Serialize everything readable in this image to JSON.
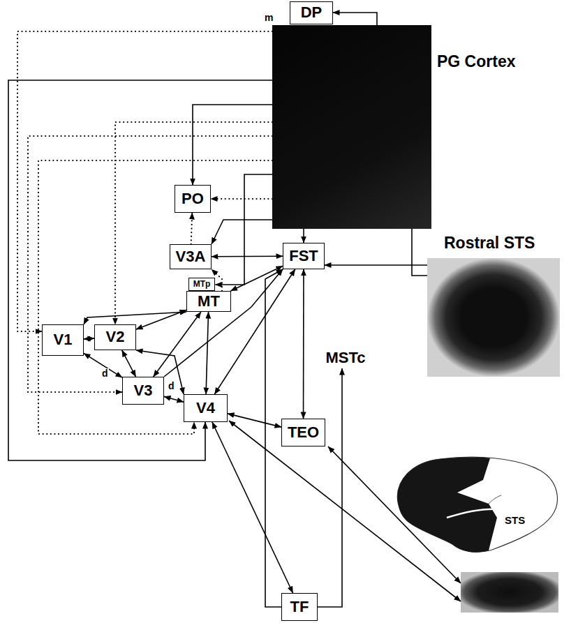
{
  "diagram": {
    "nodes": [
      {
        "text": [
          "DP"
        ]
      },
      {
        "text": [
          "PG Cortex"
        ]
      },
      {
        "text": [
          "Rostral STS"
        ]
      },
      {
        "text": [
          "PO"
        ]
      },
      {
        "text": [
          "V3A"
        ]
      },
      {
        "text": [
          "MTp"
        ]
      },
      {
        "text": [
          "MT"
        ]
      },
      {
        "text": [
          "FST"
        ]
      },
      {
        "text": [
          "V1"
        ]
      },
      {
        "text": [
          "V2"
        ]
      },
      {
        "text": [
          "V3"
        ]
      },
      {
        "text": [
          "V4"
        ]
      },
      {
        "text": [
          "TEO"
        ]
      },
      {
        "text": [
          "MSTc"
        ]
      },
      {
        "text": [
          "TF"
        ]
      }
    ],
    "edges": [
      {
        "from": 1,
        "to": 0,
        "arrow": "to"
      },
      {
        "from": 8,
        "to": 9,
        "arrow": "both"
      },
      {
        "from": 8,
        "to": 6,
        "arrow": "both"
      },
      {
        "from": 9,
        "to": 6,
        "arrow": "both"
      },
      {
        "from": 8,
        "to": 10,
        "arrow": "both"
      },
      {
        "from": 9,
        "to": 10,
        "arrow": "both"
      },
      {
        "from": 9,
        "to": 11,
        "arrow": "both"
      },
      {
        "from": 10,
        "to": 6,
        "arrow": "both"
      },
      {
        "from": 10,
        "to": 11,
        "arrow": "both"
      },
      {
        "from": 6,
        "to": 11,
        "arrow": "both"
      },
      {
        "from": 6,
        "to": 7,
        "arrow": "both"
      },
      {
        "from": 4,
        "to": 7,
        "arrow": "both"
      },
      {
        "from": 11,
        "to": 7,
        "arrow": "both"
      },
      {
        "from": 10,
        "to": 7,
        "arrow": "to"
      },
      {
        "from": 7,
        "to": 12,
        "arrow": "both"
      },
      {
        "from": 11,
        "to": 12,
        "arrow": "both"
      },
      {
        "from": 11,
        "to": 14,
        "arrow": "both"
      },
      {
        "from": 14,
        "to": 7,
        "arrow": "to"
      },
      {
        "from": 14,
        "to": 13,
        "arrow": "to"
      },
      {
        "from": 1,
        "to": 7,
        "arrow": "to"
      },
      {
        "from": 2,
        "to": 7,
        "arrow": "to"
      },
      {
        "from": 1,
        "to": 2,
        "arrow": "none"
      },
      {
        "from": 1,
        "to": 3,
        "arrow": "to"
      },
      {
        "from": 1,
        "to": 5,
        "arrow": "to"
      },
      {
        "from": 1,
        "to": 4,
        "arrow": "to"
      },
      {
        "from": 1,
        "to": 11,
        "arrow": "to"
      },
      {
        "from": 1,
        "to": 8,
        "arrow": "to"
      },
      {
        "from": 1,
        "to": 9,
        "arrow": "to"
      },
      {
        "from": 1,
        "to": 10,
        "arrow": "to"
      },
      {
        "from": 1,
        "to": 11,
        "arrow": "to"
      },
      {
        "from": 1,
        "to": 3,
        "arrow": "to"
      },
      {
        "from": 4,
        "to": 3,
        "arrow": "to"
      },
      {
        "from": 6,
        "to": 4,
        "arrow": "to"
      }
    ],
    "labels": [
      "m",
      "d",
      "d",
      "STS"
    ]
  }
}
